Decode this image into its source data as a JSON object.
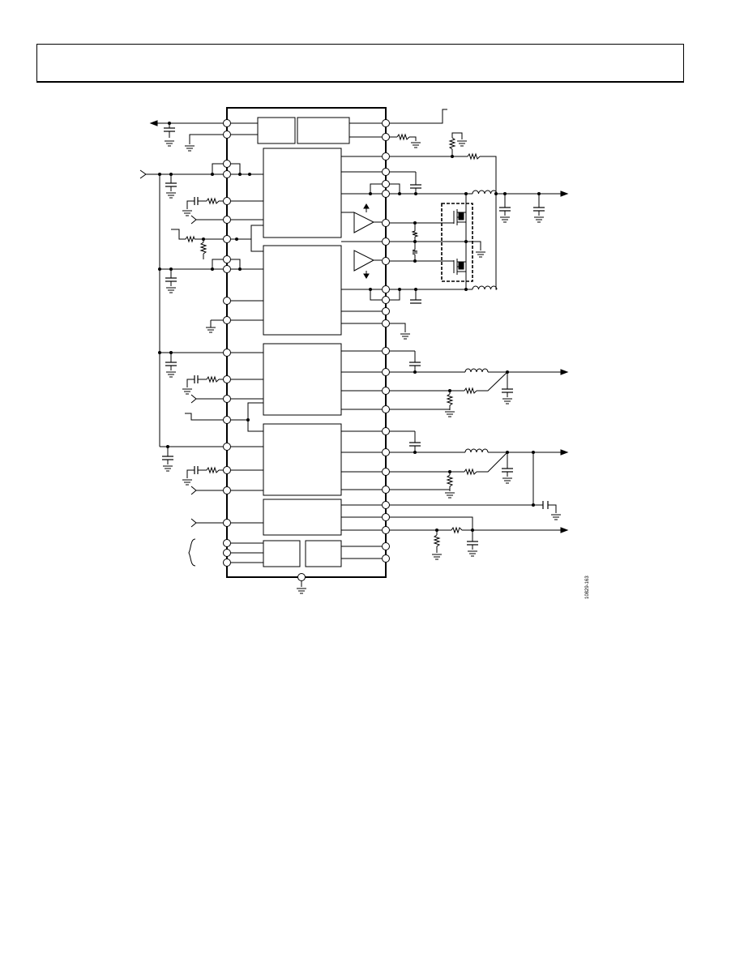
{
  "figure": {
    "figure_id": "10829-163",
    "colors": {
      "ink": "#000000",
      "paper": "#ffffff"
    }
  },
  "icons": [
    "ic-outline",
    "pin-circle",
    "resistor",
    "capacitor",
    "inductor",
    "ground",
    "arrow",
    "amplifier",
    "mosfet"
  ]
}
